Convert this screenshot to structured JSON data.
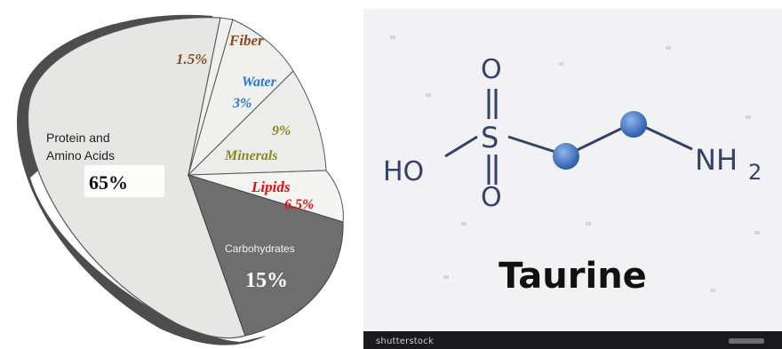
{
  "pie": {
    "labels": {
      "fiber": "Fiber",
      "fiber_pct": "1.5%",
      "water": "Water",
      "water_pct": "3%",
      "minerals_pct": "9%",
      "minerals": "Minerals",
      "lipids": "Lipids",
      "lipids_pct": "6.5%",
      "protein_line1": "Protein and",
      "protein_line2": "Amino Acids",
      "protein_pct": "65%",
      "carbs": "Carbohydrates",
      "carbs_pct": "15%"
    },
    "colors": {
      "fiber": "#8a4a1c",
      "water": "#2a74d4",
      "minerals": "#8a8a1a",
      "lipids": "#e01010",
      "carbs_slice": "#707070",
      "light_slice": "#e8e8e6"
    }
  },
  "molecule": {
    "atoms": {
      "oxygen_top": "O",
      "sulfur": "S",
      "oxygen_bottom": "O",
      "hydroxyl": "HO",
      "amine": "NH",
      "amine_sub": "2"
    },
    "title": "Taurine",
    "watermark": "shutterstock",
    "colors": {
      "text": "#34416a",
      "bead": "#3a73bf"
    }
  }
}
